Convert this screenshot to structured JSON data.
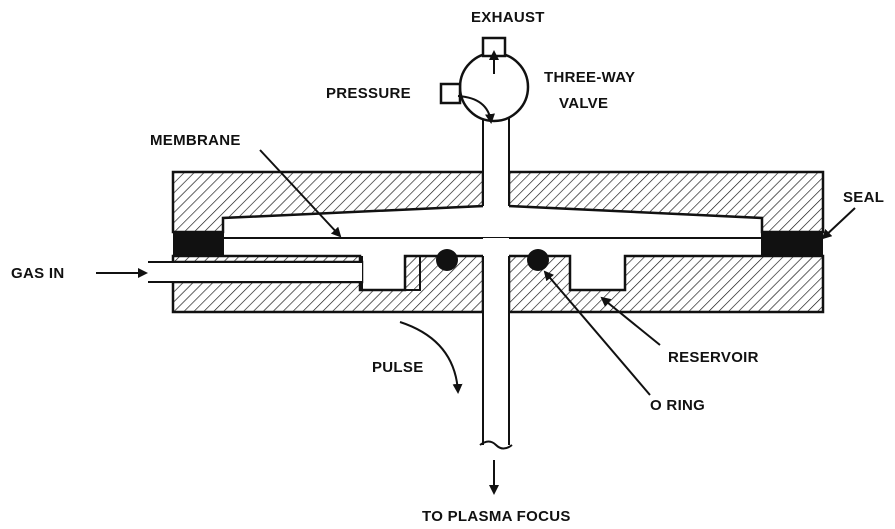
{
  "labels": {
    "exhaust": "EXHAUST",
    "pressure": "PRESSURE",
    "three_way": "THREE-WAY",
    "valve": "VALVE",
    "membrane": "MEMBRANE",
    "seal": "SEAL",
    "gas_in": "GAS IN",
    "reservoir": "RESERVOIR",
    "pulse": "PULSE",
    "o_ring": "O RING",
    "to_plasma_focus": "TO PLASMA FOCUS"
  },
  "colors": {
    "ink": "#111111",
    "background": "#ffffff"
  }
}
